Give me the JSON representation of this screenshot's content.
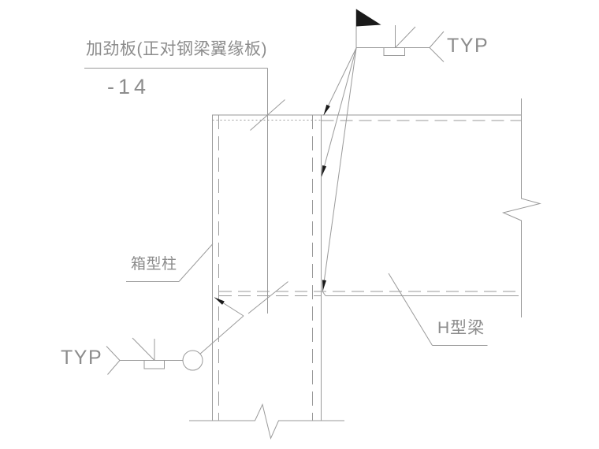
{
  "drawing": {
    "colors": {
      "background": "#ffffff",
      "line": "#9a9a9a",
      "text": "#8c8c8c",
      "mark": "#1a1a1a"
    },
    "callouts": {
      "stiffener": {
        "label": "加劲板(正对钢梁翼缘板)",
        "thickness": "-14"
      },
      "column": {
        "label": "箱型柱"
      },
      "beam": {
        "label": "H型梁"
      },
      "weld_top": {
        "label": "TYP"
      },
      "weld_bottom": {
        "label": "TYP"
      }
    }
  }
}
